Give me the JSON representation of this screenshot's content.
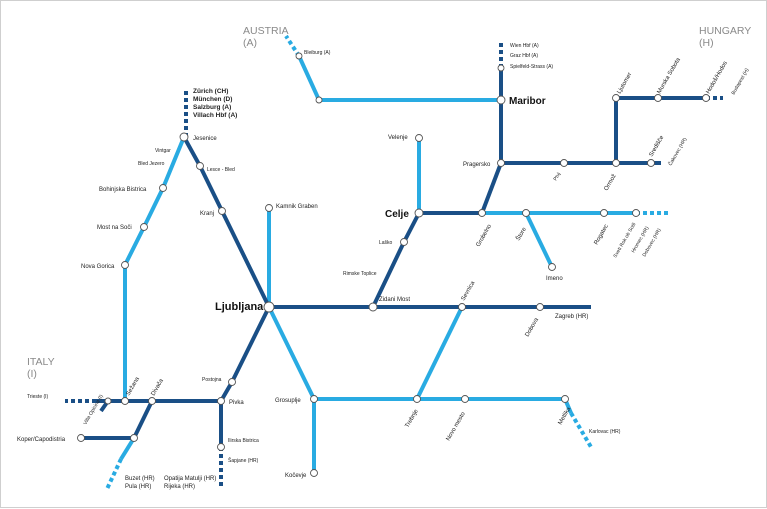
{
  "countries": {
    "austria": "AUSTRIA",
    "austria_code": "(A)",
    "hungary": "HUNGARY",
    "hungary_code": "(H)",
    "italy": "ITALY",
    "italy_code": "(I)"
  },
  "colors": {
    "main_line": "#1a4f86",
    "regional_line": "#29abe2",
    "station_fill": "#ffffff"
  },
  "stations": {
    "ljubljana": "Ljubljana",
    "maribor": "Maribor",
    "celje": "Celje",
    "zidani_most": "Zidani Most",
    "jesenice": "Jesenice",
    "vintgar": "Vintgar",
    "bled_jezero": "Bled Jezero",
    "lesce_bled": "Lesce - Bled",
    "bohinjska_bistrica": "Bohinjska Bistrica",
    "most_na_soci": "Most na Soči",
    "nova_gorica": "Nova Gorica",
    "kranj": "Kranj",
    "kamnik_graben": "Kamnik Graben",
    "velenje": "Velenje",
    "pragersko": "Pragersko",
    "ptuj": "Ptuj",
    "ormoz": "Ormož",
    "sredisce": "Središče",
    "ljutomer": "Ljutomer",
    "murska_sobota": "Murska Sobota",
    "hodos": "Hodoš/Hodos",
    "spielfeld": "Spielfeld-Strass (A)",
    "graz": "Graz Hbf (A)",
    "wien": "Wien Hbf (A)",
    "bleiburg": "Bleiburg (A)",
    "budapest": "Budapest (H)",
    "cakovec": "Čakovec (HR)",
    "lasko": "Laško",
    "rimske_toplice": "Rimske Toplice",
    "grobelno": "Grobelno",
    "store": "Štore",
    "rogatec": "Rogatec",
    "imeno": "Imeno",
    "sveti_rok": "Sveti Rok ob Sotli",
    "hromec": "Hromec (HR)",
    "dobovec": "Dobovec (HR)",
    "sevnica": "Sevnica",
    "dobova": "Dobova",
    "zagreb": "Zagreb (HR)",
    "postojna": "Postojna",
    "pivka": "Pivka",
    "ilirska_bistrica": "Ilirska Bistrica",
    "sapjane": "Šapjane (HR)",
    "opatija": "Opatija Matulji (HR)",
    "rijeka": "Rijeka (HR)",
    "divaca": "Divača",
    "sezana": "Sežana",
    "villa_opicina": "Villa Opicina (I)",
    "trieste": "Trieste (I)",
    "koper": "Koper/Capodistria",
    "buzet": "Buzet (HR)",
    "pula": "Pula (HR)",
    "grosuplje": "Grosuplje",
    "kocevje": "Kočevje",
    "trebnje": "Trebnje",
    "novo_mesto": "Novo mesto",
    "metlika": "Metlika",
    "karlovac": "Karlovac (HR)",
    "zurich": "Zürich (CH)",
    "munchen": "München (D)",
    "salzburg": "Salzburg (A)",
    "villach": "Villach Hbf (A)"
  }
}
